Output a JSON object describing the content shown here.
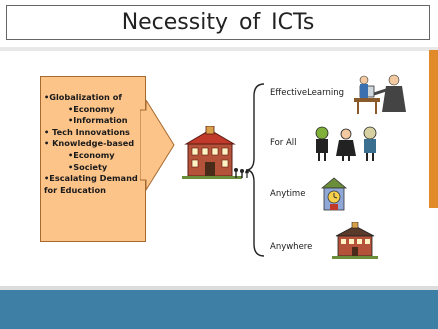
{
  "slide": {
    "title": "Necessity  of ICTs",
    "drivers": [
      {
        "text": "•Globalization of",
        "level": 1
      },
      {
        "text": "•Economy",
        "level": 2
      },
      {
        "text": "•Information",
        "level": 2
      },
      {
        "text": "• Tech Innovations",
        "level": 1
      },
      {
        "text": "• Knowledge-based",
        "level": 1
      },
      {
        "text": "•Economy",
        "level": 2
      },
      {
        "text": "•Society",
        "level": 2
      },
      {
        "text": "•Escalating Demand",
        "level": 1
      },
      {
        "text": " for Education",
        "level": 1
      }
    ],
    "outcomes": [
      {
        "label": "EffectiveLearning",
        "icon": "teacher-student-icon"
      },
      {
        "label": "For All",
        "icon": "people-group-icon"
      },
      {
        "label": "Anytime",
        "icon": "clock-house-icon"
      },
      {
        "label": "Anywhere",
        "icon": "building-icon"
      }
    ]
  },
  "colors": {
    "drivers_fill": "#fdc48a",
    "accent_strip": "#e08a2a",
    "bottom_band": "#3e7fa5"
  }
}
